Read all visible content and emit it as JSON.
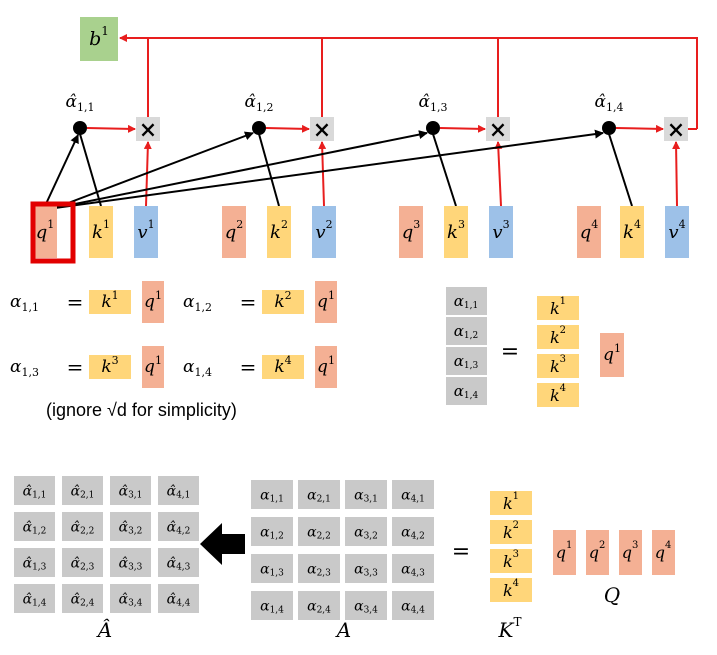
{
  "top": {
    "output": "b^1",
    "alpha_hat_labels": [
      "α̂_{1,1}",
      "α̂_{1,2}",
      "α̂_{1,3}",
      "α̂_{1,4}"
    ],
    "groups": [
      {
        "q": "q^1",
        "k": "k^1",
        "v": "v^1",
        "highlighted": true
      },
      {
        "q": "q^2",
        "k": "k^2",
        "v": "v^2"
      },
      {
        "q": "q^3",
        "k": "k^3",
        "v": "v^3"
      },
      {
        "q": "q^4",
        "k": "k^4",
        "v": "v^4"
      }
    ],
    "multiply_symbol": "×"
  },
  "equations": {
    "items": [
      {
        "lhs": "α_{1,1}",
        "k": "k^1",
        "q": "q^1"
      },
      {
        "lhs": "α_{1,2}",
        "k": "k^2",
        "q": "q^1"
      },
      {
        "lhs": "α_{1,3}",
        "k": "k^3",
        "q": "q^1"
      },
      {
        "lhs": "α_{1,4}",
        "k": "k^4",
        "q": "q^1"
      }
    ],
    "equals": "=",
    "note": "(ignore √d for simplicity)"
  },
  "vector_eq": {
    "alphas": [
      "α_{1,1}",
      "α_{1,2}",
      "α_{1,3}",
      "α_{1,4}"
    ],
    "keys": [
      "k^1",
      "k^2",
      "k^3",
      "k^4"
    ],
    "query": "q^1",
    "equals": "="
  },
  "bottom": {
    "ahat_matrix": [
      [
        "α̂_{1,1}",
        "α̂_{2,1}",
        "α̂_{3,1}",
        "α̂_{4,1}"
      ],
      [
        "α̂_{1,2}",
        "α̂_{2,2}",
        "α̂_{3,2}",
        "α̂_{4,2}"
      ],
      [
        "α̂_{1,3}",
        "α̂_{2,3}",
        "α̂_{3,3}",
        "α̂_{4,3}"
      ],
      [
        "α̂_{1,4}",
        "α̂_{2,4}",
        "α̂_{3,4}",
        "α̂_{4,4}"
      ]
    ],
    "ahat_label": "Â",
    "a_matrix": [
      [
        "α_{1,1}",
        "α_{2,1}",
        "α_{3,1}",
        "α_{4,1}"
      ],
      [
        "α_{1,2}",
        "α_{2,2}",
        "α_{3,2}",
        "α_{4,2}"
      ],
      [
        "α_{1,3}",
        "α_{2,3}",
        "α_{3,3}",
        "α_{4,3}"
      ],
      [
        "α_{1,4}",
        "α_{2,4}",
        "α_{3,4}",
        "α_{4,4}"
      ]
    ],
    "a_label": "A",
    "equals": "=",
    "kt_keys": [
      "k^1",
      "k^2",
      "k^3",
      "k^4"
    ],
    "kt_label": "K^T",
    "q_row": [
      "q^1",
      "q^2",
      "q^3",
      "q^4"
    ],
    "q_label": "Q"
  },
  "colors": {
    "query": "#f4b094",
    "key": "#ffd67a",
    "value": "#9dc1e8",
    "output": "#a9d18e",
    "cell": "#c9c9c9",
    "arrow_red": "#e81e1e",
    "highlight": "#e20000"
  }
}
